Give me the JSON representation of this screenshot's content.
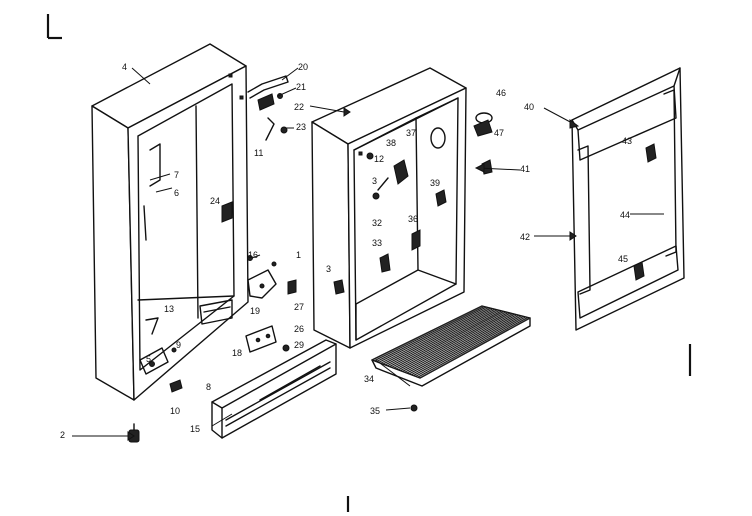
{
  "labels": {
    "l1": "1",
    "l2": "2",
    "l3a": "3",
    "l3b": "3",
    "l4": "4",
    "l5": "5",
    "l6": "6",
    "l7": "7",
    "l8": "8",
    "l9": "9",
    "l10": "10",
    "l11": "11",
    "l12": "12",
    "l13": "13",
    "l15": "15",
    "l16": "16",
    "l18": "18",
    "l19": "19",
    "l20": "20",
    "l21": "21",
    "l22": "22",
    "l23": "23",
    "l24": "24",
    "l26": "26",
    "l27": "27",
    "l29": "29",
    "l32": "32",
    "l33": "33",
    "l34": "34",
    "l35": "35",
    "l36": "36",
    "l37": "37",
    "l38": "38",
    "l39": "39",
    "l40": "40",
    "l41": "41",
    "l42": "42",
    "l43": "43",
    "l44": "44",
    "l45": "45",
    "l46": "46",
    "l47": "47"
  }
}
